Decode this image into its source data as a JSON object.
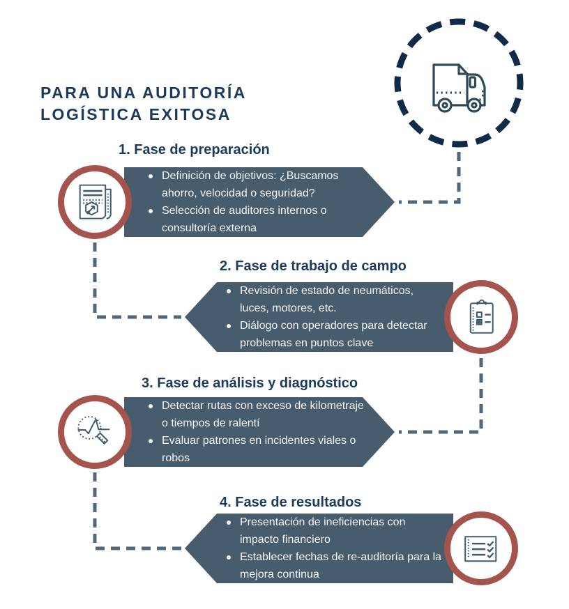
{
  "title": {
    "line1": "PARA UNA AUDITORÍA",
    "line2": "LOGÍSTICA EXITOSA"
  },
  "header_icon": "truck-icon",
  "phases": [
    {
      "title": "1. Fase de preparación",
      "icon": "newspaper-icon",
      "side": "right-arrow",
      "bullets": [
        "Definición de objetivos: ¿Buscamos ahorro, velocidad o seguridad?",
        "Selección de auditores internos o consultoría externa"
      ]
    },
    {
      "title": "2. Fase de trabajo de campo",
      "icon": "clipboard-icon",
      "side": "left-arrow",
      "bullets": [
        "Revisión de estado de neumáticos, luces, motores, etc.",
        "Diálogo con operadores para detectar problemas en puntos clave"
      ]
    },
    {
      "title": "3. Fase de análisis y diagnóstico",
      "icon": "magnifier-icon",
      "side": "right-arrow",
      "bullets": [
        "Detectar rutas con exceso de kilometraje o tiempos de ralentí",
        "Evaluar patrones en incidentes viales o robos"
      ]
    },
    {
      "title": "4. Fase de resultados",
      "icon": "checklist-icon",
      "side": "left-arrow",
      "bullets": [
        "Presentación de ineficiencias con impacto financiero",
        "Establecer fechas de re-auditoría para la mejora continua"
      ]
    }
  ],
  "colors": {
    "navy_text": "#1b3a5c",
    "slate_box": "#475d6e",
    "brick_circle_border": "#a4544c",
    "connector_dash": "#52687a",
    "hero_ring": "#0f2b48",
    "icon_stroke": "#3f5b6d",
    "truck_stroke": "#2f4a57",
    "box_text": "#f4f6f7",
    "background": "#ffffff"
  }
}
